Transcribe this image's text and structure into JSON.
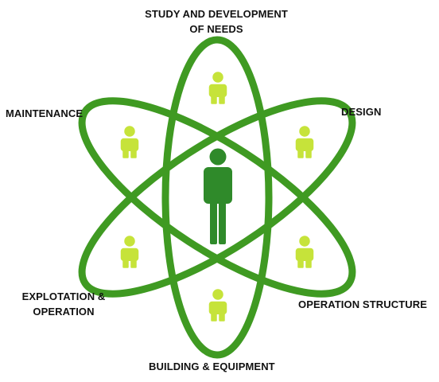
{
  "colors": {
    "orbit": "#3f9a22",
    "center_person": "#2f8a2a",
    "outer_person": "#c6e33a",
    "text": "#111111"
  },
  "center": {
    "icon": "person-icon"
  },
  "stages": [
    {
      "id": "study",
      "lines": [
        "STUDY AND DEVELOPMENT",
        "OF NEEDS"
      ],
      "icon": "person-icon"
    },
    {
      "id": "design",
      "lines": [
        "DESIGN"
      ],
      "icon": "person-icon"
    },
    {
      "id": "operation-structure",
      "lines": [
        "OPERATION STRUCTURE"
      ],
      "icon": "person-icon"
    },
    {
      "id": "building",
      "lines": [
        "BUILDING & EQUIPMENT"
      ],
      "icon": "person-icon"
    },
    {
      "id": "explotation",
      "lines": [
        "EXPLOTATION &",
        "OPERATION"
      ],
      "icon": "person-icon"
    },
    {
      "id": "maintenance",
      "lines": [
        "MAINTENANCE"
      ],
      "icon": "person-icon"
    }
  ]
}
